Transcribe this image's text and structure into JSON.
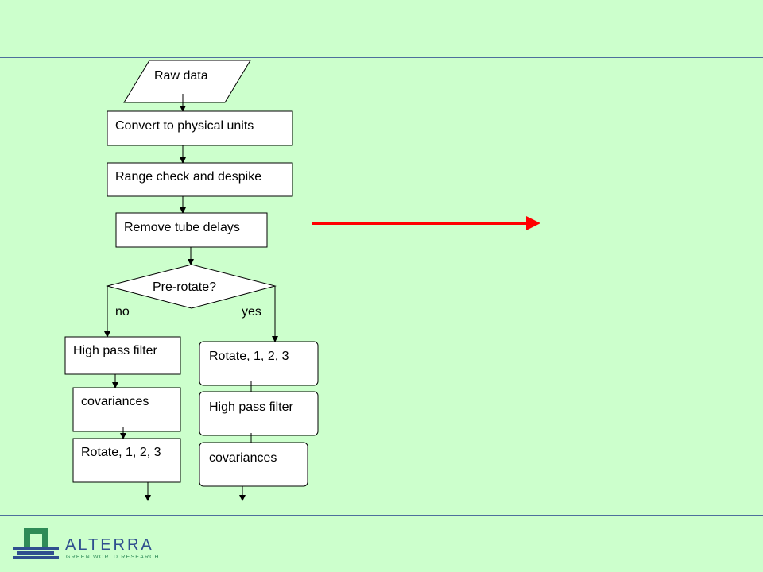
{
  "flowchart": {
    "raw_data": "Raw data",
    "convert": "Convert to physical units",
    "range_check": "Range check and despike",
    "remove_delays": "Remove tube delays",
    "decision": "Pre-rotate?",
    "branch_no": "no",
    "branch_yes": "yes",
    "left_high_pass": "High pass filter",
    "left_covariances": "covariances",
    "left_rotate": "Rotate, 1, 2, 3",
    "right_rotate": "Rotate, 1, 2, 3",
    "right_high_pass": "High pass filter",
    "right_covariances": "covariances"
  },
  "colors": {
    "background": "#ccffcc",
    "rule_line": "#4d6f9c",
    "pointer_arrow": "#ff0000",
    "logo_green": "#2e8b57",
    "logo_blue": "#2f4f8f"
  },
  "logo": {
    "name": "ALTERRA",
    "tagline": "GREEN WORLD RESEARCH"
  }
}
